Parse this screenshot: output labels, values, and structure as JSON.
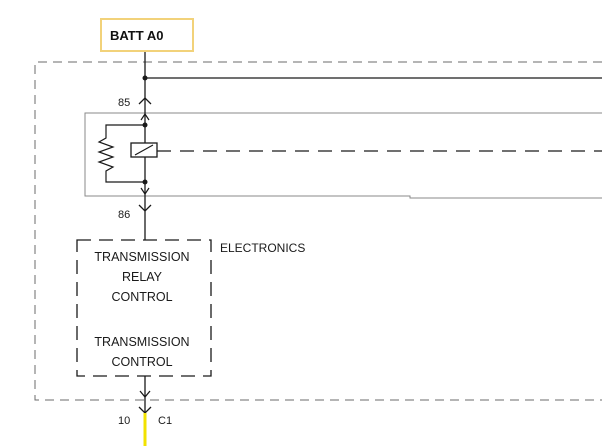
{
  "power_source": {
    "label": "BATT A0"
  },
  "relay": {
    "pin_top": "85",
    "pin_bottom": "86"
  },
  "module": {
    "name": "ELECTRONICS",
    "block1_lines": [
      "TRANSMISSION",
      "RELAY",
      "CONTROL"
    ],
    "block2_lines": [
      "TRANSMISSION",
      "CONTROL"
    ]
  },
  "connector": {
    "pin": "10",
    "name": "C1"
  },
  "colors": {
    "line": "#1a1a1a",
    "dash": "#6b6b6b",
    "highlight_box": "#f2d27a",
    "wire_yellow": "#f2e200"
  }
}
